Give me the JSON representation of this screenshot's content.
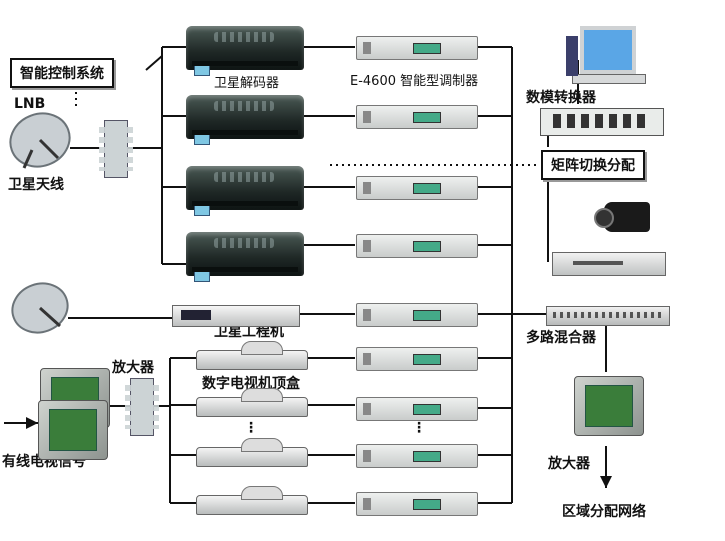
{
  "labels": {
    "control_system": "智能控制系统",
    "lnb": "LNB",
    "satellite_antenna": "卫星天线",
    "satellite_decoder": "卫星解码器",
    "modulator": "E-4600 智能型调制器",
    "da_converter": "数模转换器",
    "matrix_switch": "矩阵切换分配",
    "satellite_engineering_machine": "卫星工程机",
    "amplifier_left": "放大器",
    "digital_stb": "数字电视机顶盒",
    "cable_tv_signal": "有线电视信号",
    "multiplexer": "多路混合器",
    "amplifier_right": "放大器",
    "regional_network": "区域分配网络",
    "vdots": "⋮"
  },
  "colors": {
    "line": "#111111",
    "dish": "#c9cfd3"
  },
  "icons": [
    "satellite-dish-icon",
    "decoder-icon",
    "modulator-icon",
    "computer-icon",
    "converter-icon",
    "camera-icon",
    "dvd-player-icon",
    "mixer-icon",
    "amplifier-icon",
    "splitter-icon",
    "set-top-box-icon",
    "arrow-icon"
  ]
}
